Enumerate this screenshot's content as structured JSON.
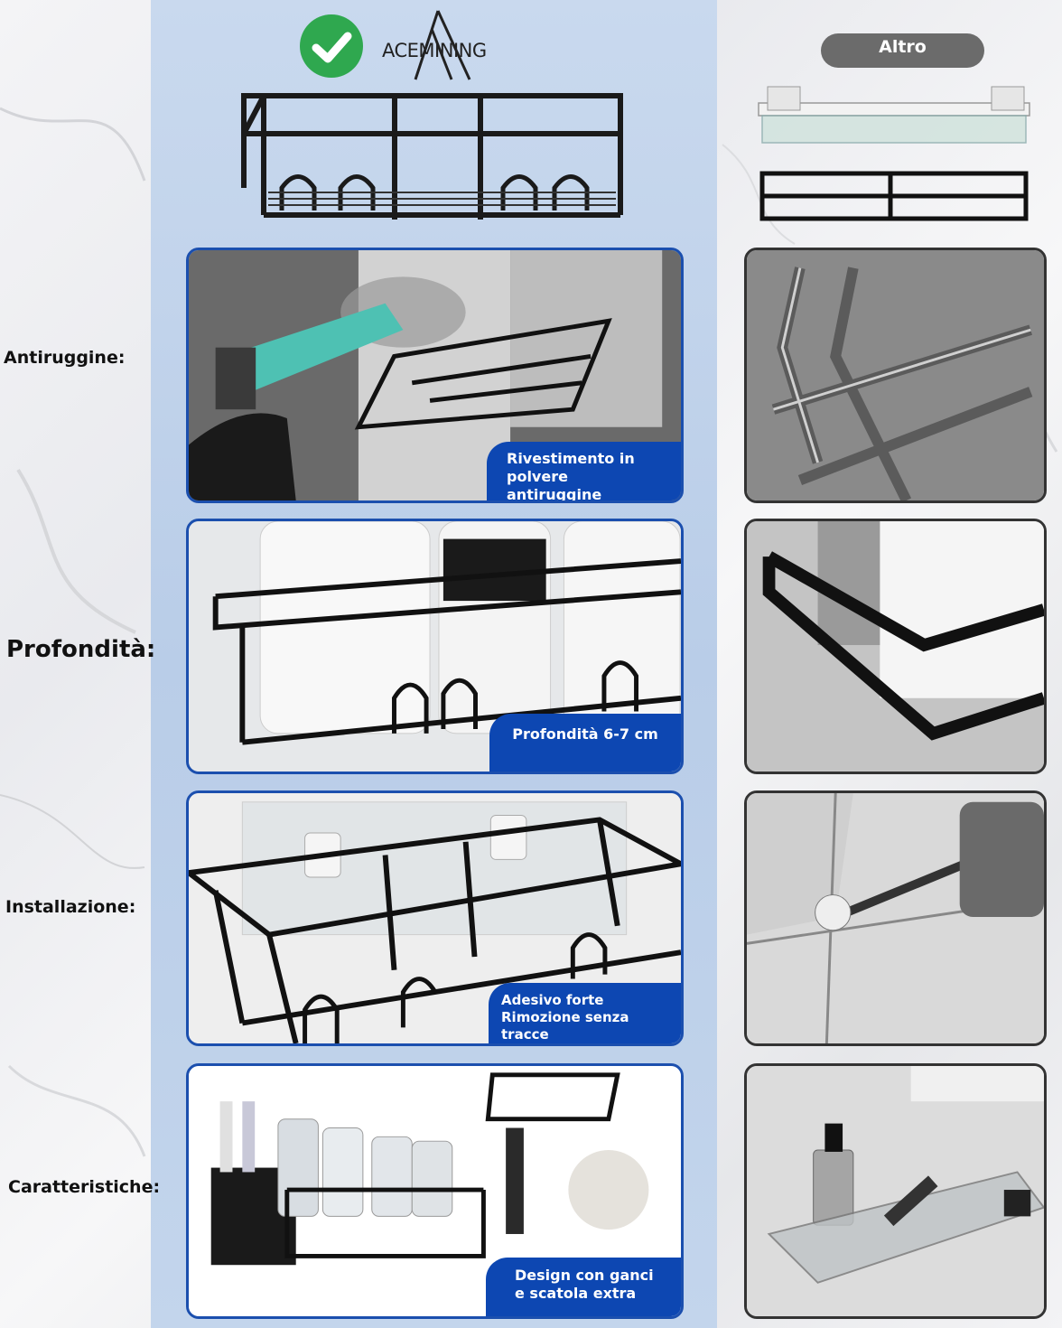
{
  "left_labels": {
    "antiruggine": "Antiruggine:",
    "profondita": "Profondità:",
    "installazione": "Installazione:",
    "caratteristiche": "Caratteristiche:"
  },
  "brand": {
    "logo_text": "ACEMINING",
    "check_color": "#2fa84f"
  },
  "other": {
    "pill_label": "Altro"
  },
  "captions": {
    "rust": "Rivestimento in polvere antiruggine",
    "depth": "Profondità 6-7 cm",
    "install": "Adesivo forte Rimozione senza tracce",
    "features": "Design con ganci e scatola extra"
  },
  "colors": {
    "accent_blue": "#0d47b2",
    "column_blue": "#c3d5ec"
  }
}
